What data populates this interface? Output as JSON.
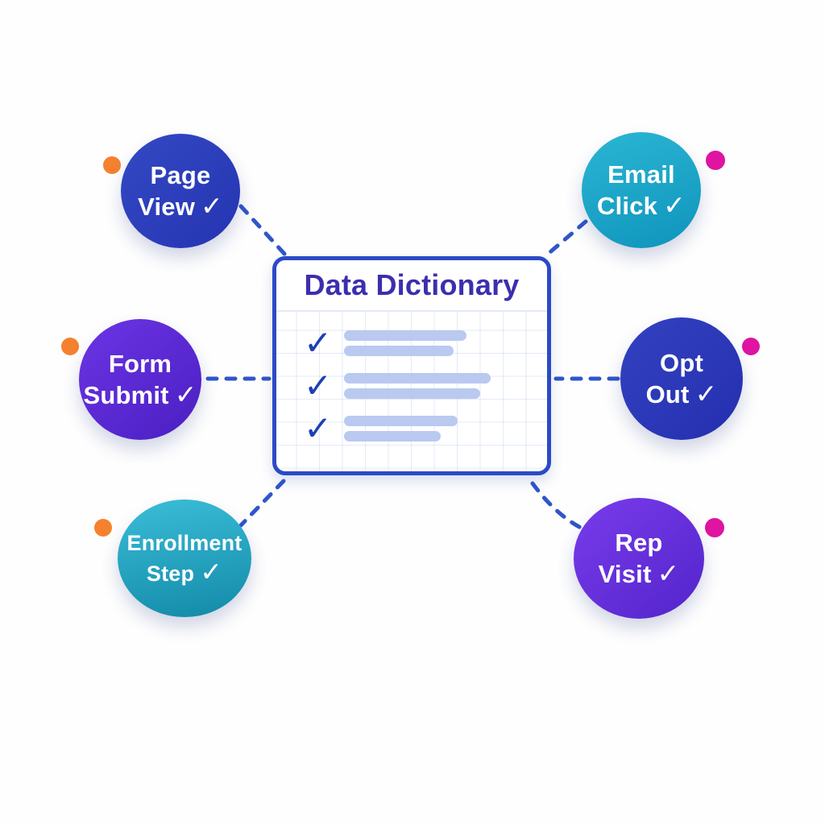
{
  "diagram": {
    "type": "hub-and-spoke",
    "description": "Six event-type nodes connected by dashed lines to a central Data Dictionary checklist card"
  },
  "card": {
    "title": "Data Dictionary",
    "rows": [
      {
        "check": "✓",
        "bar_count": 2
      },
      {
        "check": "✓",
        "bar_count": 2
      },
      {
        "check": "✓",
        "bar_count": 2
      }
    ]
  },
  "nodes": [
    {
      "id": "page-view",
      "line1": "Page",
      "line2": "View",
      "check": "✓",
      "color": "#2c3cb8",
      "accent_dot": "#f5812f",
      "position": "top-left"
    },
    {
      "id": "email-click",
      "line1": "Email",
      "line2": "Click",
      "check": "✓",
      "color": "#13a0c4",
      "accent_dot": "#df14a0",
      "position": "top-right"
    },
    {
      "id": "form-submit",
      "line1": "Form",
      "line2": "Submit",
      "check": "✓",
      "color": "#5b28d4",
      "accent_dot": "#f5812f",
      "position": "middle-left"
    },
    {
      "id": "opt-out",
      "line1": "Opt",
      "line2": "Out",
      "check": "✓",
      "color": "#2a35b4",
      "accent_dot": "#df14a0",
      "position": "middle-right"
    },
    {
      "id": "enrollment-step",
      "line1": "Enrollment",
      "line2": "Step",
      "check": "✓",
      "color": "#1b9fc0",
      "accent_dot": "#f5812f",
      "position": "bottom-left"
    },
    {
      "id": "rep-visit",
      "line1": "Rep",
      "line2": "Visit",
      "check": "✓",
      "color": "#6430dc",
      "accent_dot": "#df14a0",
      "position": "bottom-right"
    }
  ],
  "colors": {
    "connector": "#3056c9",
    "card_border": "#2b4ac6",
    "card_title": "#3c2fae",
    "checkmark_dark": "#1d3fb4",
    "placeholder_bar": "#b9c9f0",
    "accent_orange": "#f5812f",
    "accent_pink": "#df14a0",
    "background": "#fefefe"
  }
}
